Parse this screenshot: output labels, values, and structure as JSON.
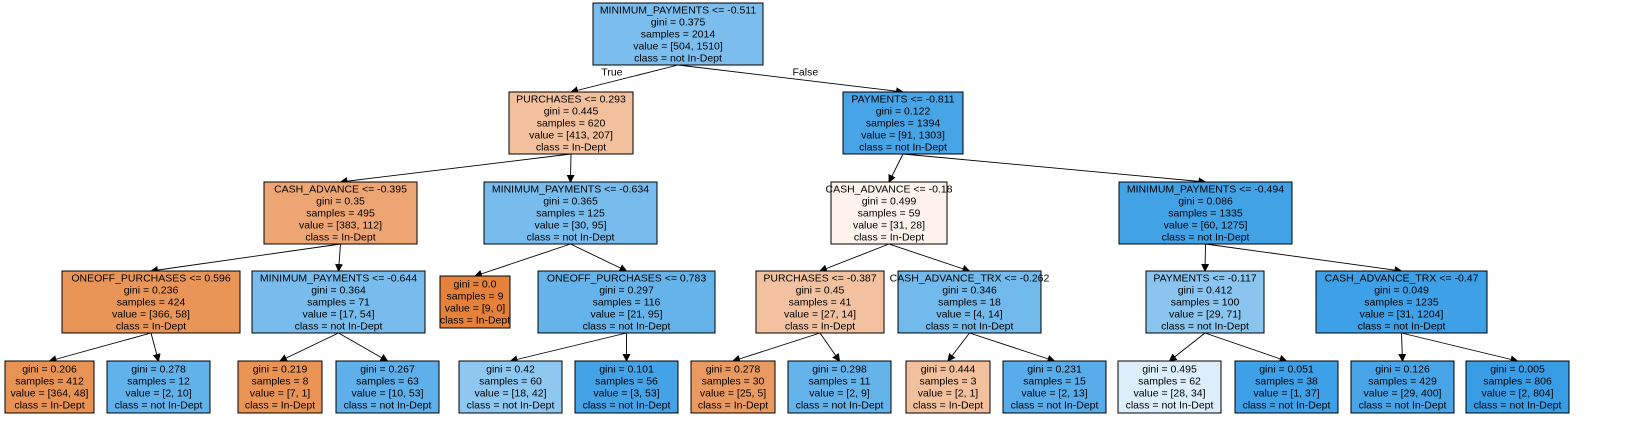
{
  "colors": {
    "in_dept_strong": "#e58139",
    "not_in_dept_strong": "#399de5",
    "edge": "#000000"
  },
  "edge_labels": {
    "true_label": "True",
    "false_label": "False"
  },
  "nodes": [
    {
      "id": "n0",
      "lines": [
        "MINIMUM_PAYMENTS <= -0.511",
        "gini = 0.375",
        "samples = 2014",
        "value = [504, 1510]",
        "class = not In-Dept"
      ],
      "fill": "#7bbeee"
    },
    {
      "id": "n1",
      "lines": [
        "PURCHASES <= 0.293",
        "gini = 0.445",
        "samples = 620",
        "value = [413, 207]",
        "class = In-Dept"
      ],
      "fill": "#f2c09c"
    },
    {
      "id": "n2",
      "lines": [
        "PAYMENTS <= -0.811",
        "gini = 0.122",
        "samples = 1394",
        "value = [91, 1303]",
        "class = not In-Dept"
      ],
      "fill": "#47a4e7"
    },
    {
      "id": "n3",
      "lines": [
        "CASH_ADVANCE <= -0.395",
        "gini = 0.35",
        "samples = 495",
        "value = [383, 112]",
        "class = In-Dept"
      ],
      "fill": "#eda673"
    },
    {
      "id": "n4",
      "lines": [
        "MINIMUM_PAYMENTS <= -0.634",
        "gini = 0.365",
        "samples = 125",
        "value = [30, 95]",
        "class = not In-Dept"
      ],
      "fill": "#78bced"
    },
    {
      "id": "n5",
      "lines": [
        "CASH_ADVANCE <= -0.18",
        "gini = 0.499",
        "samples = 59",
        "value = [31, 28]",
        "class = In-Dept"
      ],
      "fill": "#fdf3ec"
    },
    {
      "id": "n6",
      "lines": [
        "MINIMUM_PAYMENTS <= -0.494",
        "gini = 0.086",
        "samples = 1335",
        "value = [60, 1275]",
        "class = not In-Dept"
      ],
      "fill": "#42a2e6"
    },
    {
      "id": "n7",
      "lines": [
        "ONEOFF_PURCHASES <= 0.596",
        "gini = 0.236",
        "samples = 424",
        "value = [366, 58]",
        "class = In-Dept"
      ],
      "fill": "#e99558"
    },
    {
      "id": "n8",
      "lines": [
        "MINIMUM_PAYMENTS <= -0.644",
        "gini = 0.364",
        "samples = 71",
        "value = [17, 54]",
        "class = not In-Dept"
      ],
      "fill": "#77bced"
    },
    {
      "id": "n9",
      "lines": [
        "gini = 0.0",
        "samples = 9",
        "value = [9, 0]",
        "class = In-Dept"
      ],
      "fill": "#e58139"
    },
    {
      "id": "n10",
      "lines": [
        "ONEOFF_PURCHASES <= 0.783",
        "gini = 0.297",
        "samples = 116",
        "value = [21, 95]",
        "class = not In-Dept"
      ],
      "fill": "#65b3eb"
    },
    {
      "id": "n11",
      "lines": [
        "PURCHASES <= -0.387",
        "gini = 0.45",
        "samples = 41",
        "value = [27, 14]",
        "class = In-Dept"
      ],
      "fill": "#f2c2a0"
    },
    {
      "id": "n12",
      "lines": [
        "CASH_ADVANCE_TRX <= -0.262",
        "gini = 0.346",
        "samples = 18",
        "value = [4, 14]",
        "class = not In-Dept"
      ],
      "fill": "#72b9ec"
    },
    {
      "id": "n13",
      "lines": [
        "PAYMENTS <= -0.117",
        "gini = 0.412",
        "samples = 100",
        "value = [29, 71]",
        "class = not In-Dept"
      ],
      "fill": "#8ac5f0"
    },
    {
      "id": "n14",
      "lines": [
        "CASH_ADVANCE_TRX <= -0.47",
        "gini = 0.049",
        "samples = 1235",
        "value = [31, 1204]",
        "class = not In-Dept"
      ],
      "fill": "#3ea0e6"
    },
    {
      "id": "n15",
      "lines": [
        "gini = 0.206",
        "samples = 412",
        "value = [364, 48]",
        "class = In-Dept"
      ],
      "fill": "#e89253"
    },
    {
      "id": "n16",
      "lines": [
        "gini = 0.278",
        "samples = 12",
        "value = [2, 10]",
        "class = not In-Dept"
      ],
      "fill": "#61b1ea"
    },
    {
      "id": "n17",
      "lines": [
        "gini = 0.219",
        "samples = 8",
        "value = [7, 1]",
        "class = In-Dept"
      ],
      "fill": "#e99355"
    },
    {
      "id": "n18",
      "lines": [
        "gini = 0.267",
        "samples = 63",
        "value = [10, 53]",
        "class = not In-Dept"
      ],
      "fill": "#5eafea"
    },
    {
      "id": "n19",
      "lines": [
        "gini = 0.42",
        "samples = 60",
        "value = [18, 42]",
        "class = not In-Dept"
      ],
      "fill": "#8ec7f0"
    },
    {
      "id": "n20",
      "lines": [
        "gini = 0.101",
        "samples = 56",
        "value = [3, 53]",
        "class = not In-Dept"
      ],
      "fill": "#44a3e6"
    },
    {
      "id": "n21",
      "lines": [
        "gini = 0.278",
        "samples = 30",
        "value = [25, 5]",
        "class = In-Dept"
      ],
      "fill": "#ea9a61"
    },
    {
      "id": "n22",
      "lines": [
        "gini = 0.298",
        "samples = 11",
        "value = [2, 9]",
        "class = not In-Dept"
      ],
      "fill": "#65b3eb"
    },
    {
      "id": "n23",
      "lines": [
        "gini = 0.444",
        "samples = 3",
        "value = [2, 1]",
        "class = In-Dept"
      ],
      "fill": "#f2c09c"
    },
    {
      "id": "n24",
      "lines": [
        "gini = 0.231",
        "samples = 15",
        "value = [2, 13]",
        "class = not In-Dept"
      ],
      "fill": "#57ace9"
    },
    {
      "id": "n25",
      "lines": [
        "gini = 0.495",
        "samples = 62",
        "value = [28, 34]",
        "class = not In-Dept"
      ],
      "fill": "#dceefa"
    },
    {
      "id": "n26",
      "lines": [
        "gini = 0.051",
        "samples = 38",
        "value = [1, 37]",
        "class = not In-Dept"
      ],
      "fill": "#3ea0e6"
    },
    {
      "id": "n27",
      "lines": [
        "gini = 0.126",
        "samples = 429",
        "value = [29, 400]",
        "class = not In-Dept"
      ],
      "fill": "#47a4e7"
    },
    {
      "id": "n28",
      "lines": [
        "gini = 0.005",
        "samples = 806",
        "value = [2, 804]",
        "class = not In-Dept"
      ],
      "fill": "#399de5"
    }
  ],
  "edges": [
    {
      "from": "n0",
      "to": "n1",
      "label": "edge_labels.true_label"
    },
    {
      "from": "n0",
      "to": "n2",
      "label": "edge_labels.false_label"
    },
    {
      "from": "n1",
      "to": "n3"
    },
    {
      "from": "n1",
      "to": "n4"
    },
    {
      "from": "n2",
      "to": "n5"
    },
    {
      "from": "n2",
      "to": "n6"
    },
    {
      "from": "n3",
      "to": "n7"
    },
    {
      "from": "n3",
      "to": "n8"
    },
    {
      "from": "n4",
      "to": "n9"
    },
    {
      "from": "n4",
      "to": "n10"
    },
    {
      "from": "n5",
      "to": "n11"
    },
    {
      "from": "n5",
      "to": "n12"
    },
    {
      "from": "n6",
      "to": "n13"
    },
    {
      "from": "n6",
      "to": "n14"
    },
    {
      "from": "n7",
      "to": "n15"
    },
    {
      "from": "n7",
      "to": "n16"
    },
    {
      "from": "n8",
      "to": "n17"
    },
    {
      "from": "n8",
      "to": "n18"
    },
    {
      "from": "n10",
      "to": "n19"
    },
    {
      "from": "n10",
      "to": "n20"
    },
    {
      "from": "n11",
      "to": "n21"
    },
    {
      "from": "n11",
      "to": "n22"
    },
    {
      "from": "n12",
      "to": "n23"
    },
    {
      "from": "n12",
      "to": "n24"
    },
    {
      "from": "n13",
      "to": "n25"
    },
    {
      "from": "n13",
      "to": "n26"
    },
    {
      "from": "n14",
      "to": "n27"
    },
    {
      "from": "n14",
      "to": "n28"
    }
  ]
}
